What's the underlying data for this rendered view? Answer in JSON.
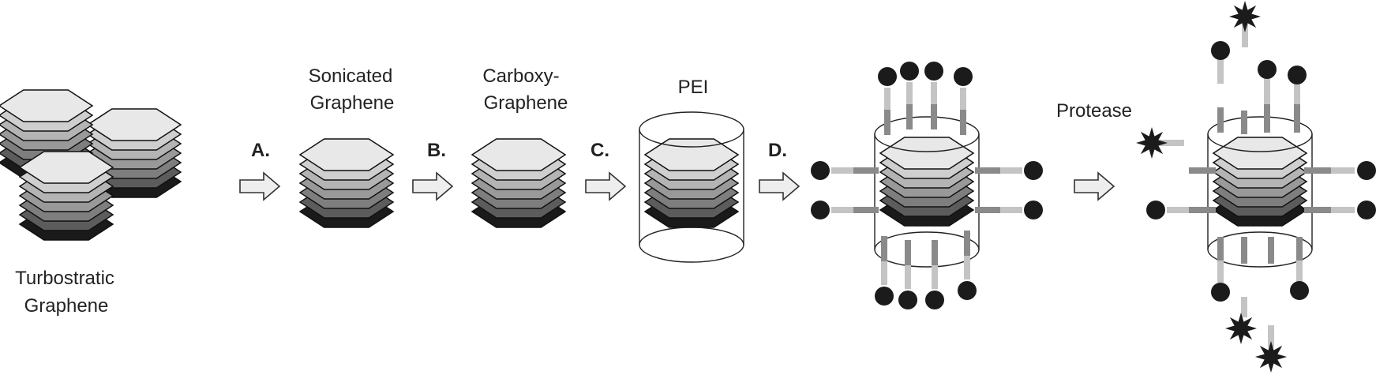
{
  "labels": {
    "turbostratic_line1": "Turbostratic",
    "turbostratic_line2": "Graphene",
    "sonicated_line1": "Sonicated",
    "sonicated_line2": "Graphene",
    "carboxy_line1": "Carboxy-",
    "carboxy_line2": "Graphene",
    "pei": "PEI",
    "protease": "Protease"
  },
  "steps": {
    "a": "A.",
    "b": "B.",
    "c": "C.",
    "d": "D."
  },
  "colors": {
    "layer_top": "#e8e8e8",
    "layer_2": "#cfcfcf",
    "layer_3": "#b4b4b4",
    "layer_4": "#999999",
    "layer_5": "#7e7e7e",
    "layer_6": "#5c5c5c",
    "layer_bottom": "#1a1a1a",
    "linker_light": "#c4c4c4",
    "linker_dark": "#8a8a8a",
    "bead": "#1b1b1b",
    "arrow_fill": "#eeeeee"
  }
}
